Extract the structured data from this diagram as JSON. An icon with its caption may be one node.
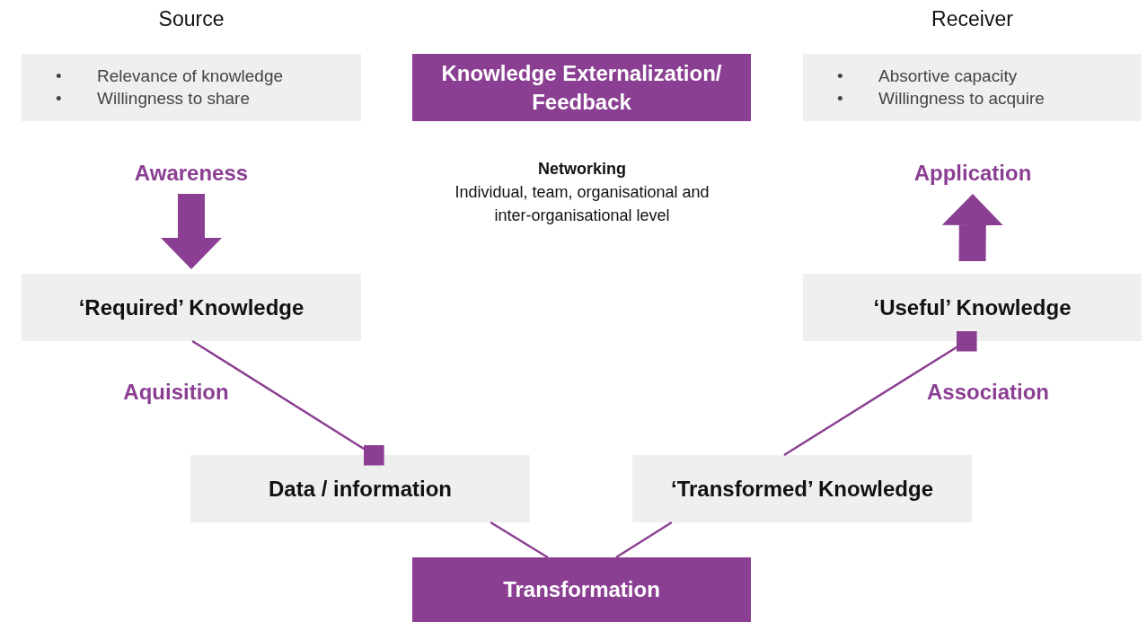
{
  "diagram": {
    "nodes": [
      {
        "text": [
          "Source",
          "•",
          "Relevance of knowledge",
          "•",
          "Willingness to share"
        ]
      },
      {
        "text": [
          "Knowledge Externalization/ Feedback"
        ]
      },
      {
        "text": [
          "Receiver",
          "•",
          "Absortive capacity",
          "•",
          "Willingness to acquire"
        ]
      },
      {
        "text": [
          "Awareness"
        ]
      },
      {
        "text": [
          "Application"
        ]
      },
      {
        "text": [
          "‘Required’ Knowledge"
        ]
      },
      {
        "text": [
          "‘Useful’ Knowledge"
        ]
      },
      {
        "text": [
          "Data / information"
        ]
      },
      {
        "text": [
          "‘Transformed’ Knowledge"
        ]
      },
      {
        "text": [
          "Transformation"
        ]
      }
    ],
    "edges": [
      {
        "from": 3,
        "to": 5,
        "arrow": "to",
        "style": "thick"
      },
      {
        "from": 6,
        "to": 4,
        "arrow": "to",
        "style": "thick"
      },
      {
        "from": 5,
        "to": 7,
        "arrow": "other",
        "label": "Aquisition"
      },
      {
        "from": 7,
        "to": 9,
        "arrow": "none"
      },
      {
        "from": 9,
        "to": 8,
        "arrow": "none"
      },
      {
        "from": 8,
        "to": 6,
        "arrow": "other",
        "label": "Association"
      }
    ],
    "labels": [
      "Networking",
      "Individual, team, organisational and inter-organisational level"
    ]
  }
}
